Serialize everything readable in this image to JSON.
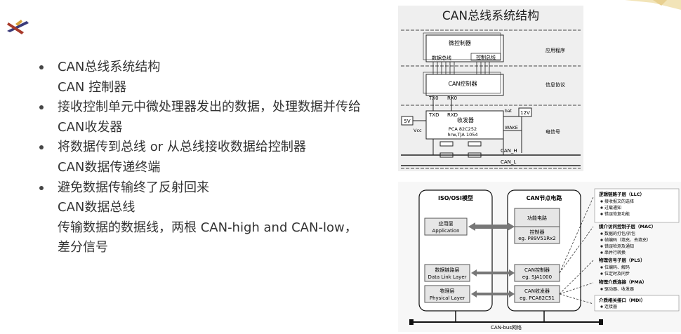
{
  "bullets": [
    {
      "kind": "main",
      "text": "CAN总线系统结构"
    },
    {
      "kind": "sub",
      "text": "CAN 控制器"
    },
    {
      "kind": "main",
      "text": "接收控制单元中微处理器发出的数据，处理数据并传给"
    },
    {
      "kind": "sub",
      "text": "CAN收发器"
    },
    {
      "kind": "main",
      "text": "将数据传到总线 or 从总线接收数据给控制器"
    },
    {
      "kind": "sub",
      "text": "CAN数据传递终端"
    },
    {
      "kind": "main",
      "text": "避免数据传输终了反射回来"
    },
    {
      "kind": "sub",
      "text": "CAN数据总线"
    },
    {
      "kind": "sub",
      "text": "传输数据的数据线，两根 CAN-high and CAN-low，"
    },
    {
      "kind": "sub",
      "text": "差分信号"
    }
  ],
  "fig_top": {
    "title": "CAN总线系统结构",
    "micro": "微控制器",
    "data_bus": "数据总线",
    "ctrl_bus": "控制总线",
    "app": "应用程序",
    "can_ctrl": "CAN控制器",
    "protocol": "信息协议",
    "tx0": "TX0",
    "rx0": "RX0",
    "txd": "TXD",
    "rxd": "RXD",
    "transceiver": "收发器",
    "chip1": "PCA 82C252",
    "chip2": "hrw,TJA 1054",
    "bat": "bat",
    "v12": "12V",
    "v5": "5V",
    "vcc": "Vcc",
    "wake": "WAKE",
    "signal": "电信号",
    "can_h": "CAN_H",
    "can_l": "CAN_L"
  },
  "fig_bot": {
    "iso_title": "ISO/OSI模型",
    "app_cn": "应用层",
    "app_en": "Application",
    "dll_cn": "数据链路层",
    "dll_en": "Data Link Layer",
    "phy_cn": "物理层",
    "phy_en": "Physical Layer",
    "node_title": "CAN节点电路",
    "func": "功能电路",
    "ctl_cn": "控制器",
    "ctl_en": "eg. P89V51Rx2",
    "canctl_cn": "CAN控制器",
    "canctl_en": "eg. SJA1000",
    "cantx_cn": "CAN收发器",
    "cantx_en": "eg. PCA82C51",
    "bus": "CAN-bus网络",
    "llc_title": "逻辑链路子层（LLC）",
    "llc_items": [
      "接收报文的选择",
      "过载通知",
      "错误恢复功能"
    ],
    "mac_title": "媒介访问控制子层（MAC）",
    "mac_items": [
      "数据的打包/拆包",
      "帧编码（填充、去填充）",
      "错误检测及通知",
      "串并行转换"
    ],
    "pls_title": "物理信号子层（PLS）",
    "pls_items": [
      "位编码、解码",
      "位定时及同步"
    ],
    "pma_title": "物理介质连接（PMA）",
    "pma_items": [
      "驱动器、收发器"
    ],
    "mdi_title": "介质相关接口（MDI）",
    "mdi_items": [
      "连接器"
    ]
  }
}
